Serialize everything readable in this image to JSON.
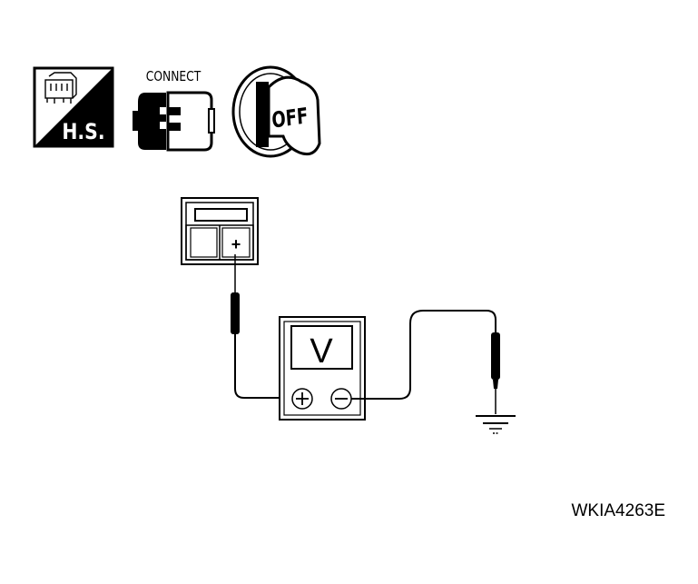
{
  "icons": {
    "hs_label": "H.S.",
    "connect_label": "CONNECT",
    "key_label": "OFF"
  },
  "meter": {
    "mode_label": "V"
  },
  "ecu": {
    "terminal_label": "+"
  },
  "figure_code": "WKIA4263E"
}
